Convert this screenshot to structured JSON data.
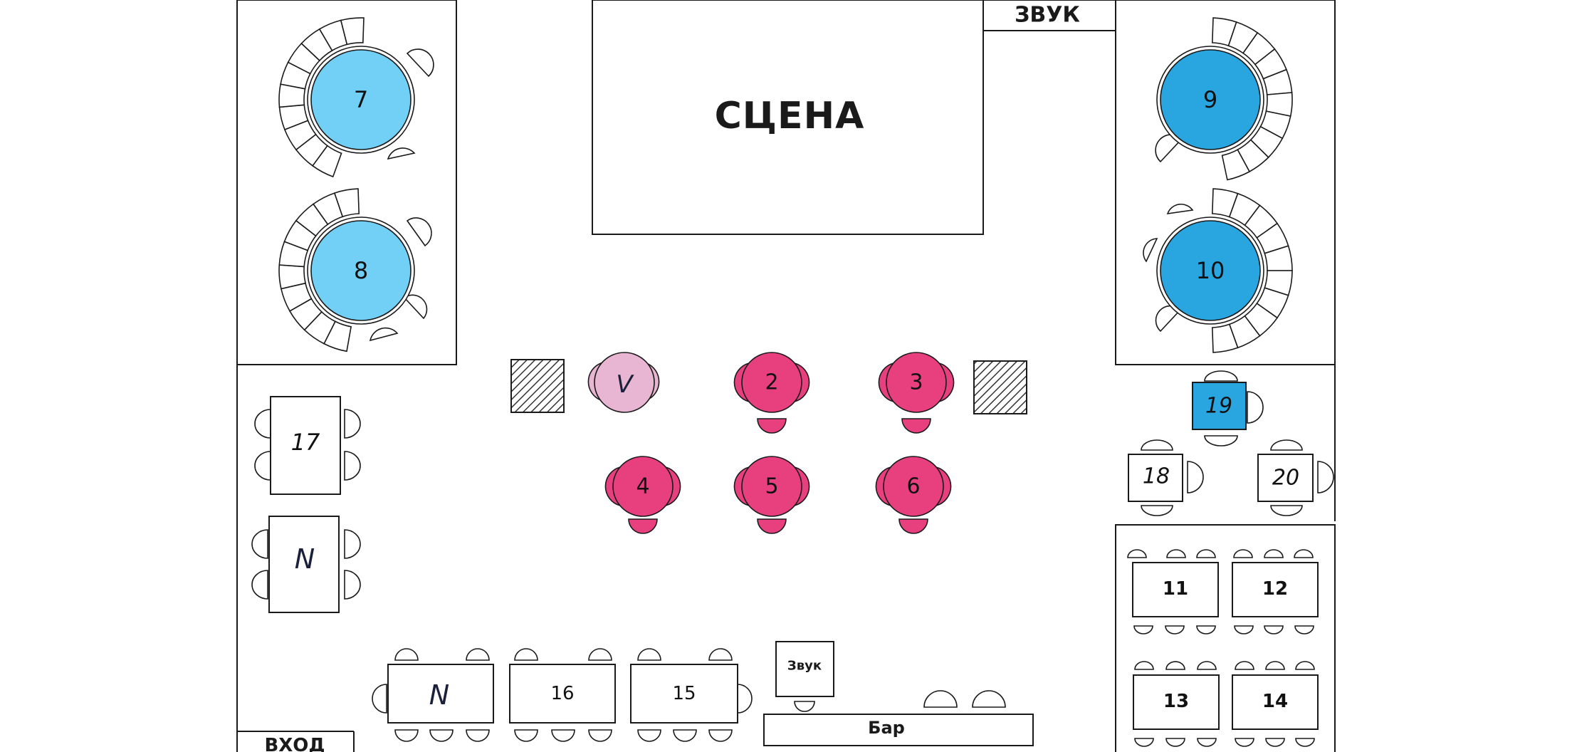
{
  "labels": {
    "stage": "СЦЕНА",
    "sound_booth": "ЗВУК",
    "sound_small": "Звук",
    "bar": "Бар",
    "entrance": "ВХОД"
  },
  "colors": {
    "light_blue": "#72cff5",
    "blue": "#29a6e0",
    "pink": "#e8407f",
    "light_pink": "#e8b6d2",
    "dark_text": "#1a1f3a"
  },
  "tables": {
    "t7": "7",
    "t8": "8",
    "t9": "9",
    "t10": "10",
    "tV": "V",
    "t2": "2",
    "t3": "3",
    "t4": "4",
    "t5": "5",
    "t6": "6",
    "t17": "17",
    "tN_left": "N",
    "tN_bottom": "N",
    "t16": "16",
    "t15": "15",
    "t18": "18",
    "t19": "19",
    "t20": "20",
    "t11": "11",
    "t12": "12",
    "t13": "13",
    "t14": "14"
  }
}
